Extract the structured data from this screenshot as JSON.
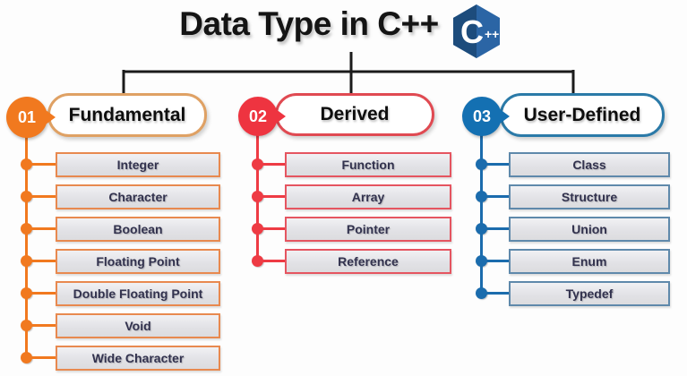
{
  "title": "Data Type in C++",
  "logo": {
    "icon": "cpp-logo",
    "letter": "C",
    "plusses": "++",
    "hex_mid_color": "#2b65a5",
    "hex_dark_color": "#1d4c7c"
  },
  "tree": {
    "line_color": "#1b1b1b"
  },
  "columns": [
    {
      "number": "01",
      "label": "Fundamental",
      "accent": "#f1791f",
      "pill_border": "#dfa164",
      "item_border": "#e8894f",
      "items": [
        "Integer",
        "Character",
        "Boolean",
        "Floating Point",
        "Double Floating Point",
        "Void",
        "Wide Character"
      ]
    },
    {
      "number": "02",
      "label": "Derived",
      "accent": "#ee3440",
      "pill_border": "#e04a52",
      "item_border": "#e55560",
      "items": [
        "Function",
        "Array",
        "Pointer",
        "Reference"
      ]
    },
    {
      "number": "03",
      "label": "User-Defined",
      "accent": "#1470b2",
      "pill_border": "#2b7aa8",
      "item_border": "#5f89ab",
      "items": [
        "Class",
        "Structure",
        "Union",
        "Enum",
        "Typedef"
      ]
    }
  ]
}
